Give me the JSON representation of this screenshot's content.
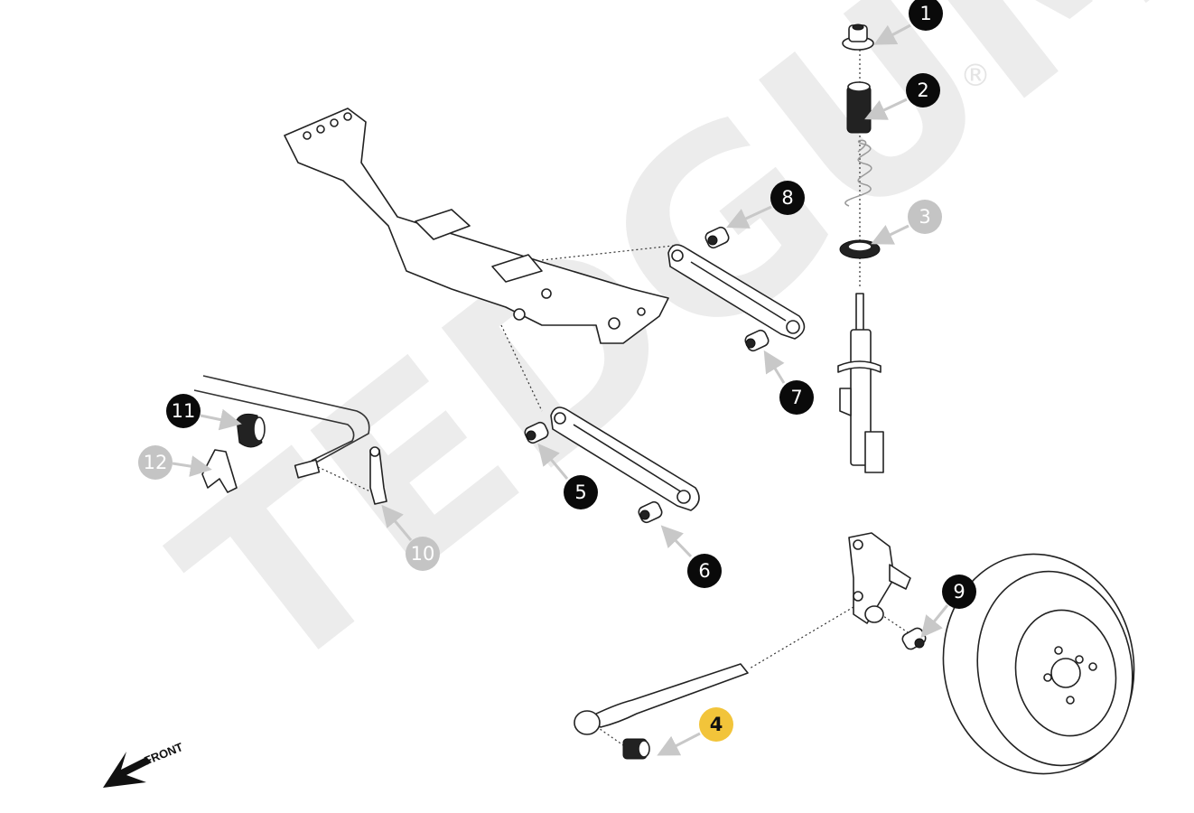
{
  "watermark": {
    "text": "TEDGUM",
    "registered_mark": "®"
  },
  "front_label": "FRONT",
  "colors": {
    "active": "#0a0a0a",
    "inactive": "#c4c4c4",
    "highlight": "#f2c43a",
    "watermark": "#ececec"
  },
  "callouts": [
    {
      "number": "1",
      "state": "active"
    },
    {
      "number": "2",
      "state": "active"
    },
    {
      "number": "3",
      "state": "inactive"
    },
    {
      "number": "4",
      "state": "highlight"
    },
    {
      "number": "5",
      "state": "active"
    },
    {
      "number": "6",
      "state": "active"
    },
    {
      "number": "7",
      "state": "active"
    },
    {
      "number": "8",
      "state": "active"
    },
    {
      "number": "9",
      "state": "active"
    },
    {
      "number": "10",
      "state": "inactive"
    },
    {
      "number": "11",
      "state": "active"
    },
    {
      "number": "12",
      "state": "inactive"
    }
  ]
}
